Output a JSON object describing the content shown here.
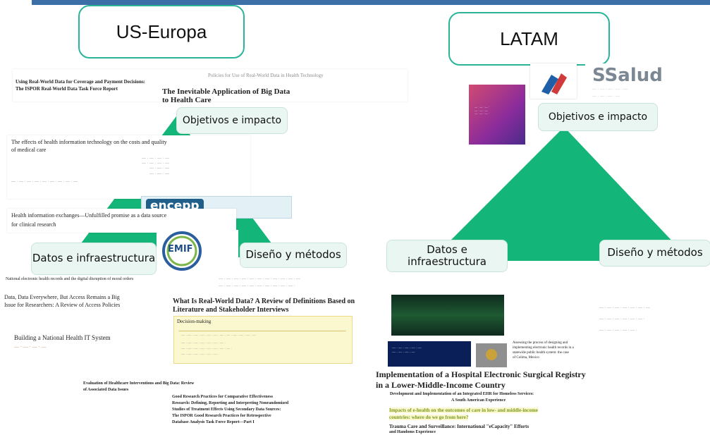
{
  "headers": {
    "left": "US-Europa",
    "right": "LATAM"
  },
  "left_triangle": {
    "top_label": "Objetivos e impacto",
    "left_label": "Datos e infraestructura",
    "right_label": "Diseño y métodos"
  },
  "right_triangle": {
    "top_label": "Objetivos e impacto",
    "left_label": "Datos e infraestructura",
    "right_label": "Diseño y métodos"
  },
  "left_snippets": [
    "Policies for Use of Real-World Data in Health Technology",
    "Using Real-World Data for Coverage and Payment Decisions:",
    "The ISPOR Real-World Data Task Force Report",
    "The Inevitable Application of Big Data",
    "to Health Care",
    "The effects of health information technology on the costs and quality",
    "of medical care",
    "Health information exchanges—Unfulfilled promise as a data source",
    "for clinical research",
    "National electronic health records and the digital disruption of moral orders",
    "Data, Data Everywhere, But Access Remains a Big",
    "Issue for Researchers: A Review of Access Policies",
    "What Is Real-World Data? A Review of Definitions Based on",
    "Literature and Stakeholder Interviews",
    "Decision-making",
    "Building a National Health IT System",
    "Evaluation of Healthcare Interventions and Big Data: Review",
    "of Associated Data Issues",
    "Good Research Practices for Comparative Effectiveness",
    "Research: Defining, Reporting and Interpreting Nonrandomized",
    "Studies of Treatment Effects Using Secondary Data Sources:",
    "The ISPOR Good Research Practices for Retrospective",
    "Database Analysis Task Force Report—Part I"
  ],
  "left_logos": {
    "enepp": "encepp",
    "emif": "EMIF"
  },
  "right_logos": {
    "salud": "SSalud"
  },
  "right_snippets": [
    "Implementation of a Hospital Electronic Surgical Registry",
    "in a Lower-Middle-Income Country",
    "Development and Implementation of an Integrated EHR for Homeless Services:",
    "A South American Experience",
    "Impacts of e-health on the outcomes of care in low- and middle-income",
    "countries: where do we go from here?",
    "Trauma Care and Surveillance: International \"eCapacity\" Efforts",
    "and Handoms Experience",
    "Assessing the process of designing and",
    "implementing electronic health records in a",
    "statewide public health system: the case",
    "of Colima, Mexico"
  ],
  "colors": {
    "accent": "#2ab59a",
    "topbar": "#3c6ea8",
    "triangle": "#14b578"
  }
}
